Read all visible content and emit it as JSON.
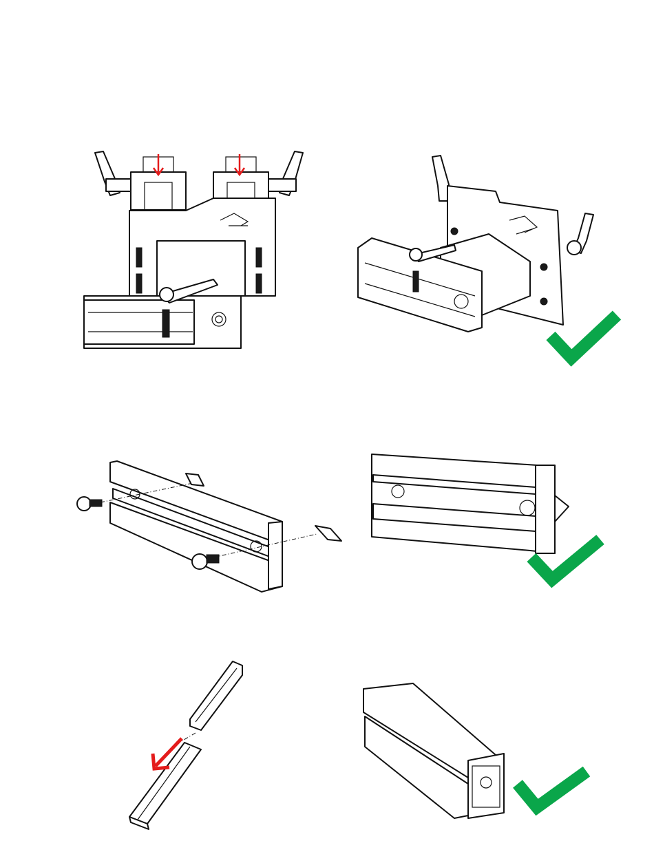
{
  "document": {
    "steps": [
      {
        "id": "step-1",
        "action": "attach-mount-plates",
        "arrows": 2,
        "arrow_color": "#e41b1b"
      },
      {
        "id": "step-1-result",
        "result": "correct",
        "check_color": "#0aa64a"
      },
      {
        "id": "step-2",
        "action": "insert-bolts-and-t-nuts"
      },
      {
        "id": "step-2-result",
        "result": "correct",
        "check_color": "#0aa64a"
      },
      {
        "id": "step-3",
        "action": "slide-rail-onto-extrusion",
        "arrows": 1,
        "arrow_color": "#e41b1b"
      },
      {
        "id": "step-3-result",
        "result": "correct",
        "check_color": "#0aa64a"
      }
    ],
    "icons": [
      "down-arrow-icon",
      "checkmark-icon",
      "diagonal-arrow-icon"
    ]
  }
}
